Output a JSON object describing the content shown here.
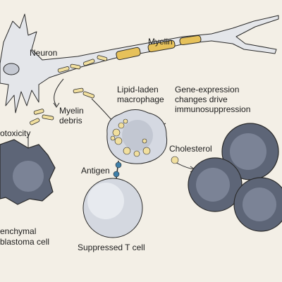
{
  "labels": {
    "neuron": "Neuron",
    "myelin": "Myelin",
    "myelin_debris_1": "Myelin",
    "myelin_debris_2": "debris",
    "macrophage_1": "Lipid-laden",
    "macrophage_2": "macrophage",
    "gene_expression_1": "Gene-expression",
    "gene_expression_2": "changes drive",
    "gene_expression_3": "immunosuppression",
    "toxicity": "otoxicity",
    "antigen": "Antigen",
    "cholesterol": "Cholesterol",
    "mesenchymal_1": "enchymal",
    "mesenchymal_2": "blastoma cell",
    "t_cell": "Suppressed T cell"
  },
  "colors": {
    "background": "#f3efe6",
    "cell_dark": "#5d6577",
    "cell_mid": "#8a93a6",
    "cell_light": "#b9c0cf",
    "neuron": "#e4e6ea",
    "myelin": "#e6c15a",
    "lipid": "#f1df9e",
    "antigen": "#3f7fa8",
    "outline": "#2a2a2a"
  }
}
